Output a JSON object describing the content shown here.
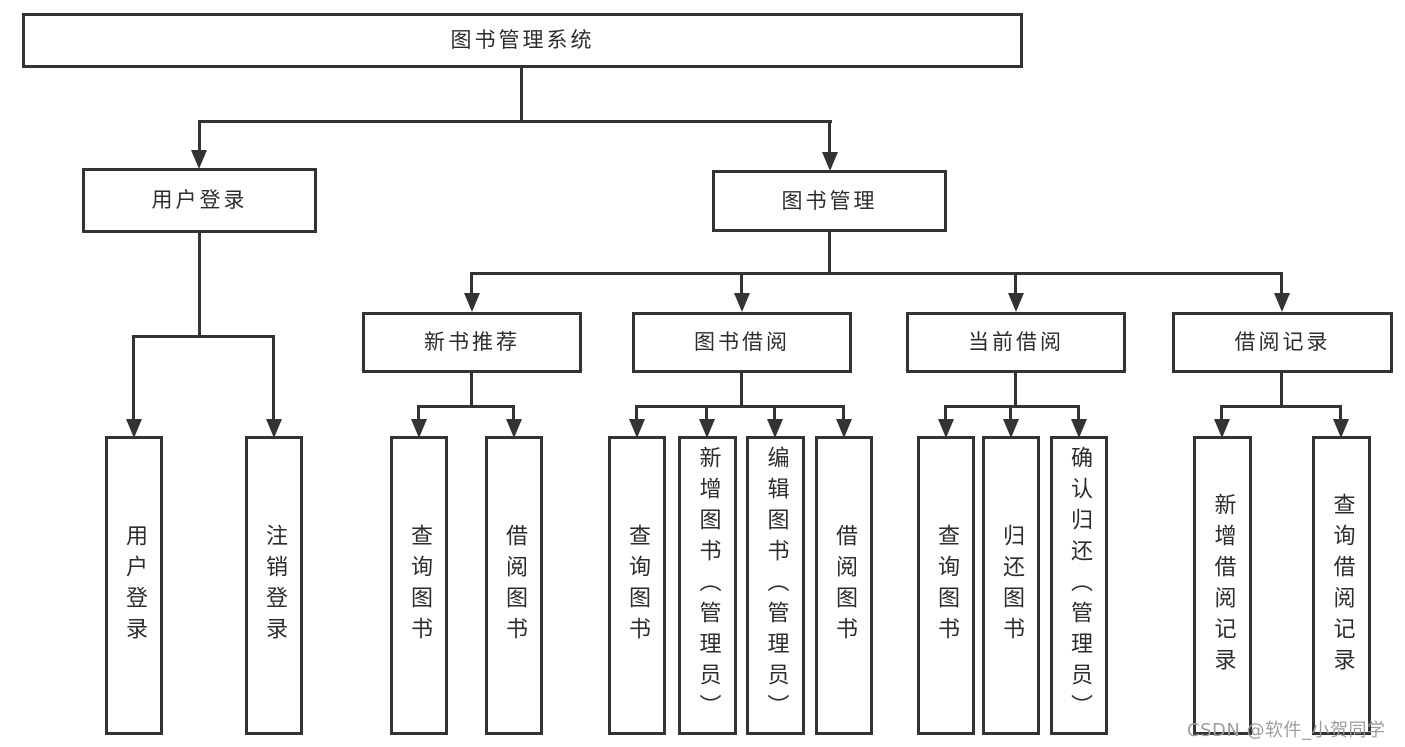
{
  "diagram": {
    "root": {
      "label": "图书管理系统"
    },
    "children": [
      {
        "label": "用户登录",
        "children": [
          {
            "label": "用户登录"
          },
          {
            "label": "注销登录"
          }
        ]
      },
      {
        "label": "图书管理",
        "children": [
          {
            "label": "新书推荐",
            "children": [
              {
                "label": "查询图书"
              },
              {
                "label": "借阅图书"
              }
            ]
          },
          {
            "label": "图书借阅",
            "children": [
              {
                "label": "查询图书"
              },
              {
                "label": "新增图书（管理员）"
              },
              {
                "label": "编辑图书（管理员）"
              },
              {
                "label": "借阅图书"
              }
            ]
          },
          {
            "label": "当前借阅",
            "children": [
              {
                "label": "查询图书"
              },
              {
                "label": "归还图书"
              },
              {
                "label": "确认归还（管理员）"
              }
            ]
          },
          {
            "label": "借阅记录",
            "children": [
              {
                "label": "新增借阅记录"
              },
              {
                "label": "查询借阅记录"
              }
            ]
          }
        ]
      }
    ]
  },
  "watermark": {
    "text": "CSDN @软件_小贺同学"
  },
  "colors": {
    "line": "#333333",
    "text": "#2d2d2d",
    "watermark": "#9e9e9e",
    "background": "#ffffff"
  }
}
